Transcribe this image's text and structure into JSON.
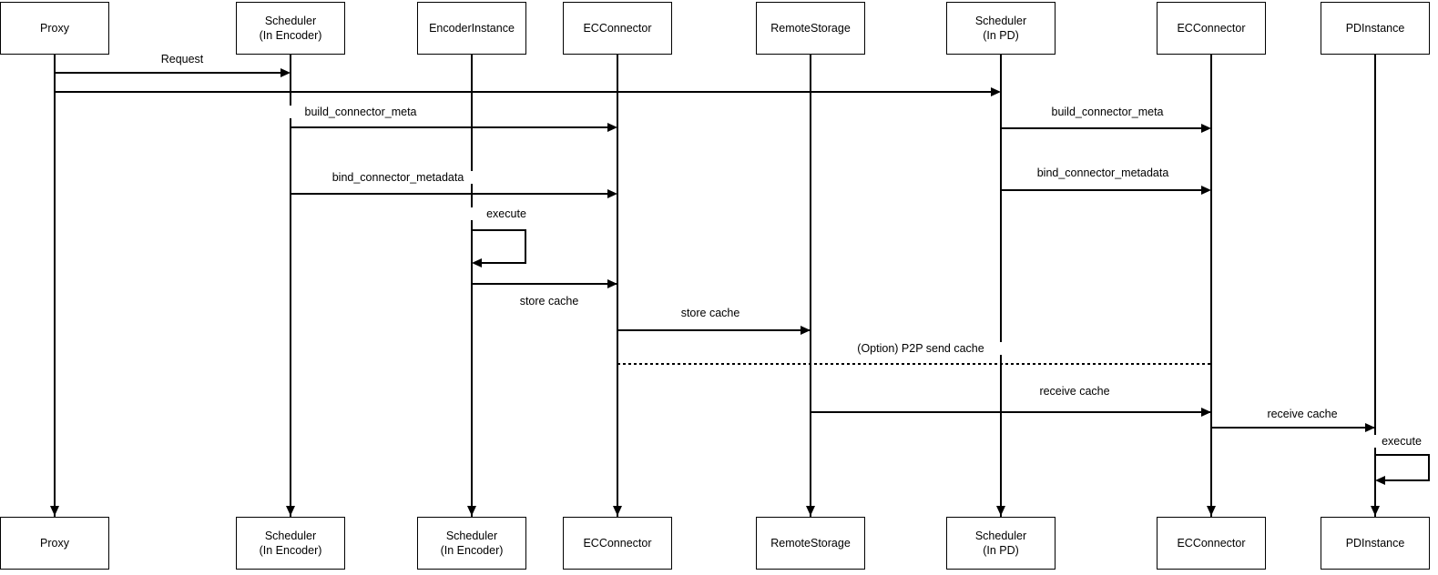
{
  "diagram_type": "sequence-diagram",
  "colors": {
    "line": "#000000",
    "background": "#ffffff",
    "text": "#000000"
  },
  "participants": [
    {
      "id": "proxy",
      "top_label": "Proxy",
      "bottom_label": "Proxy"
    },
    {
      "id": "scheduler-encoder",
      "top_label": "Scheduler\n(In Encoder)",
      "bottom_label": "Scheduler\n(In Encoder)"
    },
    {
      "id": "encoder-instance",
      "top_label": "EncoderInstance",
      "bottom_label": "Scheduler\n(In Encoder)"
    },
    {
      "id": "ec-connector-encoder",
      "top_label": "ECConnector",
      "bottom_label": "ECConnector"
    },
    {
      "id": "remote-storage",
      "top_label": "RemoteStorage",
      "bottom_label": "RemoteStorage"
    },
    {
      "id": "scheduler-pd",
      "top_label": "Scheduler\n(In PD)",
      "bottom_label": "Scheduler\n(In PD)"
    },
    {
      "id": "ec-connector-pd",
      "top_label": "ECConnector",
      "bottom_label": "ECConnector"
    },
    {
      "id": "pd-instance",
      "top_label": "PDInstance",
      "bottom_label": "PDInstance"
    }
  ],
  "messages": [
    {
      "label": "Request",
      "from": "Proxy",
      "to": "Scheduler (In Encoder)",
      "style": "solid"
    },
    {
      "label": "",
      "from": "Proxy",
      "to": "Scheduler (In PD)",
      "style": "solid"
    },
    {
      "label": "build_connector_meta",
      "from": "Scheduler (In Encoder)",
      "to": "ECConnector",
      "style": "solid"
    },
    {
      "label": "build_connector_meta",
      "from": "Scheduler (In PD)",
      "to": "ECConnector",
      "style": "solid"
    },
    {
      "label": "bind_connector_metadata",
      "from": "Scheduler (In Encoder)",
      "to": "ECConnector",
      "style": "solid"
    },
    {
      "label": "bind_connector_metadata",
      "from": "Scheduler (In PD)",
      "to": "ECConnector",
      "style": "solid"
    },
    {
      "label": "execute",
      "from": "EncoderInstance",
      "to": "EncoderInstance",
      "style": "self-loop"
    },
    {
      "label": "store cache",
      "from": "EncoderInstance",
      "to": "ECConnector",
      "style": "solid"
    },
    {
      "label": "store cache",
      "from": "ECConnector",
      "to": "RemoteStorage",
      "style": "solid"
    },
    {
      "label": "(Option) P2P send cache",
      "from": "ECConnector",
      "to": "ECConnector (PD)",
      "style": "dashed"
    },
    {
      "label": "receive cache",
      "from": "RemoteStorage",
      "to": "ECConnector (PD)",
      "style": "solid"
    },
    {
      "label": "receive cache",
      "from": "ECConnector (PD)",
      "to": "PDInstance",
      "style": "solid"
    },
    {
      "label": "execute",
      "from": "PDInstance",
      "to": "PDInstance",
      "style": "self-loop"
    }
  ]
}
